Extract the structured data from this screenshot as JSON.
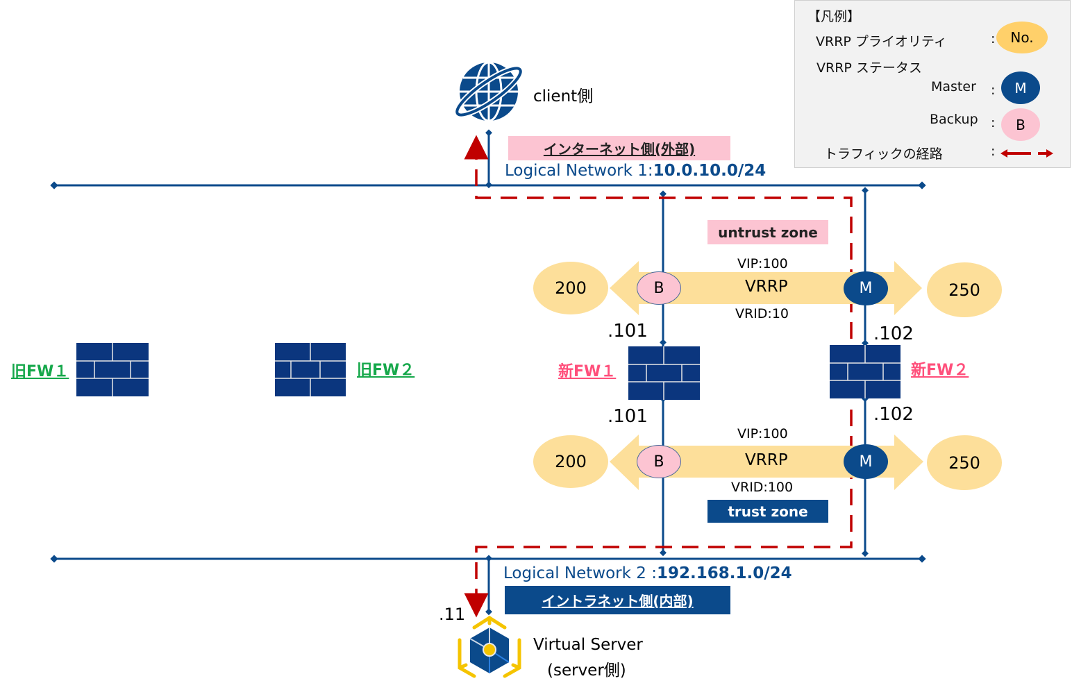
{
  "legend": {
    "title": "【凡例】",
    "priority_label": "VRRP プライオリティ",
    "priority_sample": "No.",
    "status_label": "VRRP ステータス",
    "master_label": "Master",
    "master_sample": "M",
    "backup_label": "Backup",
    "backup_sample": "B",
    "traffic_label": "トラフィックの経路",
    "colon": ":"
  },
  "client": {
    "label": "client側",
    "icon": "globe-icon"
  },
  "external": {
    "zone_label": "インターネット側(外部)",
    "network_prefix": "Logical Network 1:",
    "network_cidr": "10.0.10.0/24"
  },
  "internal": {
    "zone_label": "イントラネット側(内部)",
    "network_prefix": "Logical Network 2 :",
    "network_cidr": "192.168.1.0/24"
  },
  "untrust": {
    "zone_label": "untrust zone",
    "vip": "VIP:100",
    "protocol": "VRRP",
    "vrid": "VRID:10",
    "fw1_priority": "200",
    "fw2_priority": "250",
    "fw1_state": "B",
    "fw2_state": "M",
    "fw1_ip": ".101",
    "fw2_ip": ".102"
  },
  "trust": {
    "zone_label": "trust zone",
    "vip": "VIP:100",
    "protocol": "VRRP",
    "vrid": "VRID:100",
    "fw1_priority": "200",
    "fw2_priority": "250",
    "fw1_state": "B",
    "fw2_state": "M",
    "fw1_ip": ".101",
    "fw2_ip": ".102"
  },
  "firewalls": {
    "old_fw1": "旧FW１",
    "old_fw2": "旧FW２",
    "new_fw1": "新FW１",
    "new_fw2": "新FW２"
  },
  "server": {
    "ip": ".11",
    "label_line1": "Virtual Server",
    "label_line2": "(server側)",
    "icon": "virtual-server-icon"
  },
  "colors": {
    "network_line": "#0b4a8b",
    "firewall": "#0b367e",
    "traffic": "#c00000",
    "priority": "#fddf9a",
    "master": "#0b4a8b",
    "backup": "#fcc4d2",
    "untrust_zone": "#fcc4d2",
    "trust_zone": "#0b4a8b",
    "old_fw_label": "#16a84b",
    "new_fw_label": "#ff4f7b"
  }
}
